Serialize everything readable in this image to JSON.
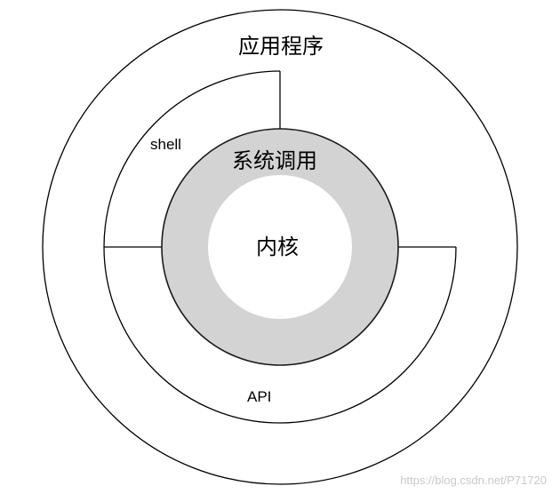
{
  "diagram": {
    "labels": {
      "application": "应用程序",
      "shell": "shell",
      "system_call": "系统调用",
      "kernel": "内核",
      "api": "API"
    },
    "watermark": "https://blog.csdn.net/P71720"
  },
  "colors": {
    "background": "#ffffff",
    "stroke": "#000000",
    "system_call_fill": "#d3d3d3",
    "kernel_fill": "#ffffff",
    "watermark": "#c9c9c9"
  }
}
